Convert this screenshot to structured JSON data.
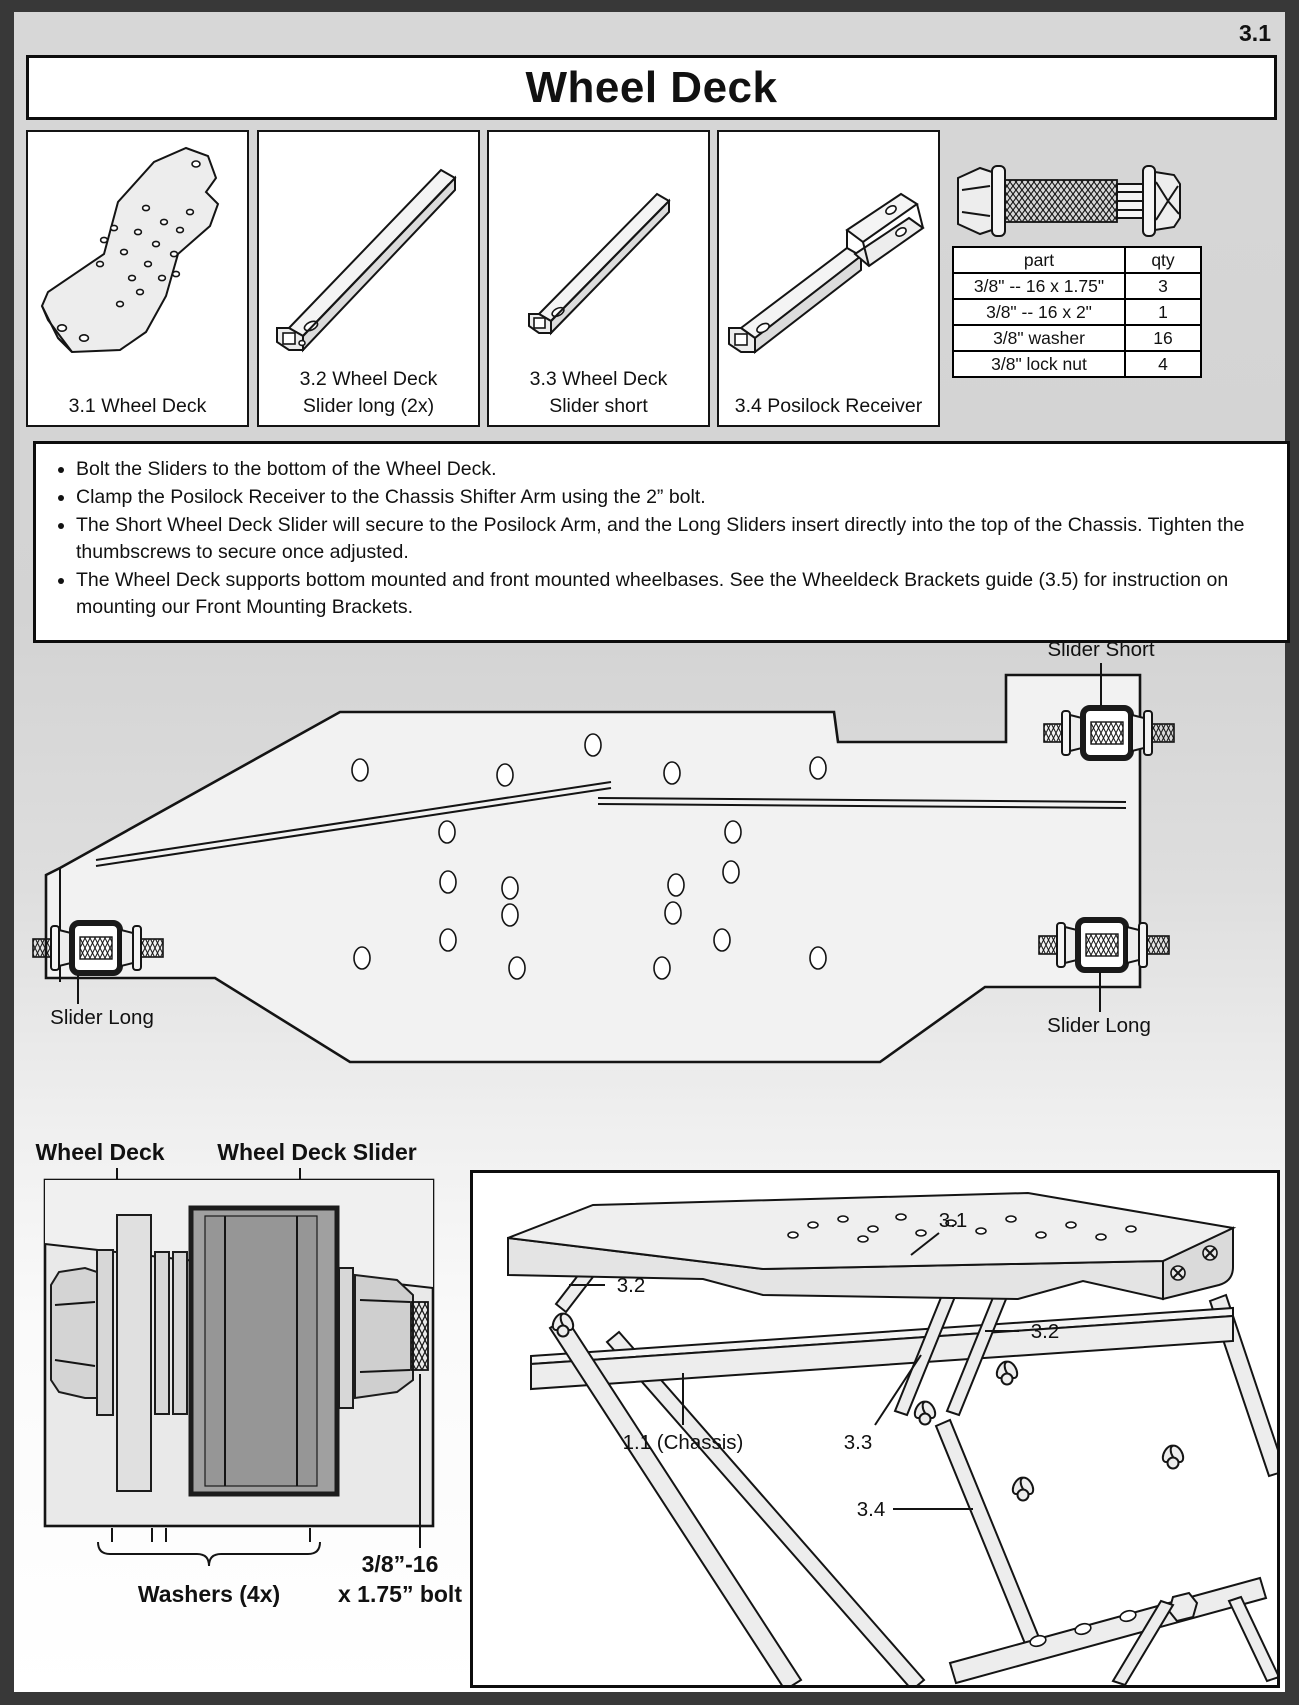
{
  "page": {
    "number": "3.1",
    "title": "Wheel Deck"
  },
  "parts": {
    "wheel_deck": {
      "line1": "3.1 Wheel Deck",
      "line2": ""
    },
    "slider_long": {
      "line1": "3.2 Wheel Deck",
      "line2": "Slider long (2x)"
    },
    "slider_short": {
      "line1": "3.3 Wheel Deck",
      "line2": "Slider short"
    },
    "posilock": {
      "line1": "3.4 Posilock Receiver",
      "line2": ""
    }
  },
  "hardware_table": {
    "headers": [
      "part",
      "qty"
    ],
    "rows": [
      [
        "3/8\" -- 16 x 1.75\"",
        "3"
      ],
      [
        "3/8\" -- 16 x 2\"",
        "1"
      ],
      [
        "3/8\" washer",
        "16"
      ],
      [
        "3/8\" lock nut",
        "4"
      ]
    ]
  },
  "instructions": {
    "bullets": [
      "Bolt the Sliders to the bottom of the Wheel Deck.",
      "Clamp the Posilock Receiver to the Chassis Shifter Arm using the 2” bolt.",
      "The Short Wheel Deck Slider will secure to the Posilock Arm, and the Long Sliders insert directly into the top of the Chassis. Tighten the thumbscrews to secure once adjusted.",
      "The Wheel Deck supports bottom mounted and front mounted wheelbases. See the Wheeldeck Brackets guide (3.5) for instruction on mounting our Front Mounting Brackets."
    ]
  },
  "main_diagram": {
    "slider_short_label": "Slider Short",
    "slider_long_left_label": "Slider Long",
    "slider_long_right_label": "Slider Long"
  },
  "detail_diagram": {
    "wheel_deck_label": "Wheel Deck",
    "slider_label": "Wheel Deck Slider",
    "washers_label": "Washers (4x)",
    "bolt_label_line1": "3/8”-16",
    "bolt_label_line2": "x 1.75” bolt"
  },
  "assembly_diagram": {
    "deck": "3.1",
    "slider_long_left": "3.2",
    "slider_long_right": "3.2",
    "chassis": "1.1 (Chassis)",
    "slider_short": "3.3",
    "posilock_arm": "3.4"
  },
  "colors": {
    "frame": "#383838",
    "line": "#141414",
    "panel": "#ffffff",
    "part_fill": "#ededed",
    "slider_dark": "#a0a0a0"
  }
}
